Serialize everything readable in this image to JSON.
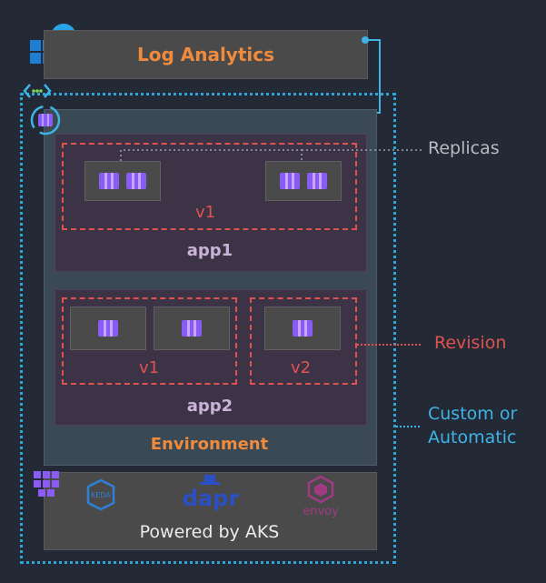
{
  "log_analytics": {
    "title": "Log Analytics"
  },
  "environment": {
    "label": "Environment"
  },
  "app1": {
    "label": "app1",
    "revision_label": "v1"
  },
  "app2": {
    "label": "app2",
    "revision_1_label": "v1",
    "revision_2_label": "v2"
  },
  "aks": {
    "label": "Powered by AKS",
    "logos": [
      "keda-icon",
      "dapr-logo",
      "envoy-logo"
    ],
    "dapr_text": "dapr",
    "envoy_text": "envoy",
    "keda_text": "KEDA"
  },
  "callouts": {
    "replicas": "Replicas",
    "revision": "Revision",
    "scaling_line1": "Custom or",
    "scaling_line2": "Automatic"
  },
  "colors": {
    "orange": "#f08a3c",
    "red": "#e0524f",
    "blue": "#3fb3e6",
    "purple": "#8a5cf5"
  }
}
